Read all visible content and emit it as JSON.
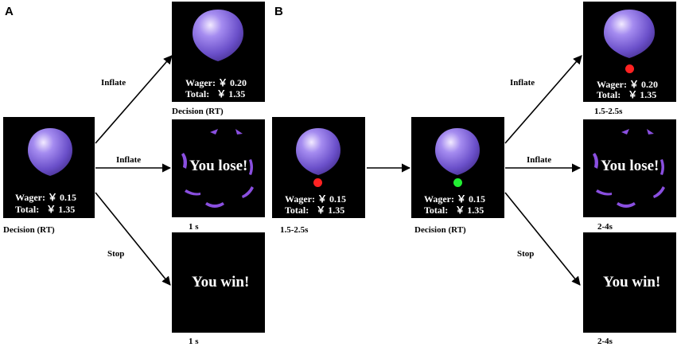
{
  "panels": {
    "a": "A",
    "b": "B"
  },
  "colors": {
    "background": "#ffffff",
    "screen": "#000000",
    "balloon": "#8e72e0",
    "fragment": "#8a4fe0",
    "stop_dot": "#ff2222",
    "go_dot": "#22ee33"
  },
  "a": {
    "start": {
      "wager": "Wager: ￥ 0.15",
      "total": "Total:   ￥ 1.35",
      "caption": "Decision (RT)"
    },
    "inflate_win": {
      "wager": "Wager: ￥ 0.20",
      "total": "Total:   ￥ 1.35",
      "caption": "Decision (RT)"
    },
    "lose": {
      "message": "You lose!",
      "caption": "1 s"
    },
    "win": {
      "message": "You win!",
      "caption": "1 s"
    },
    "arrows": {
      "up": "Inflate",
      "mid": "Inflate",
      "down": "Stop"
    }
  },
  "b": {
    "cue": {
      "wager": "Wager: ￥ 0.15",
      "total": "Total:   ￥ 1.35",
      "caption": "1.5-2.5s"
    },
    "decision": {
      "wager": "Wager: ￥ 0.15",
      "total": "Total:   ￥ 1.35",
      "caption": "Decision (RT)"
    },
    "inflate_win": {
      "wager": "Wager: ￥ 0.20",
      "total": "Total:   ￥ 1.35",
      "caption": "1.5-2.5s"
    },
    "lose": {
      "message": "You lose!",
      "caption": "2-4s"
    },
    "win": {
      "message": "You win!",
      "caption": "2-4s"
    },
    "arrows": {
      "up": "Inflate",
      "mid": "Inflate",
      "down": "Stop"
    }
  }
}
